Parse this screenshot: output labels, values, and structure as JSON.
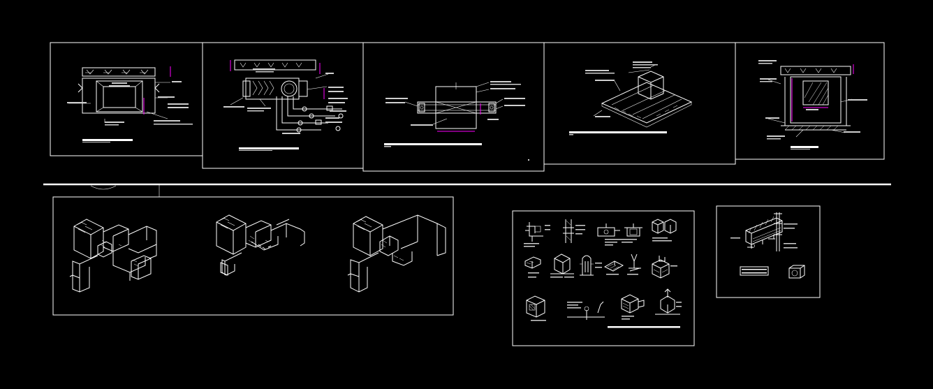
{
  "drawing": {
    "background_color": "#000000",
    "line_color": "#ffffff",
    "accent_color": "#ff00ff",
    "sheets": [
      {
        "id": "detail-1",
        "kind": "duct-section-detail"
      },
      {
        "id": "detail-2",
        "kind": "diffuser-connection-detail"
      },
      {
        "id": "detail-3",
        "kind": "duct-hanger-section"
      },
      {
        "id": "detail-4",
        "kind": "roof-curb-isometric"
      },
      {
        "id": "detail-5",
        "kind": "return-grille-detail"
      },
      {
        "id": "iso-ducts",
        "kind": "isometric-duct-assemblies",
        "assemblies": 3
      },
      {
        "id": "fittings-sheet",
        "kind": "duct-fittings-details",
        "details": 16
      },
      {
        "id": "equipment-sheet",
        "kind": "equipment-detail"
      }
    ]
  }
}
